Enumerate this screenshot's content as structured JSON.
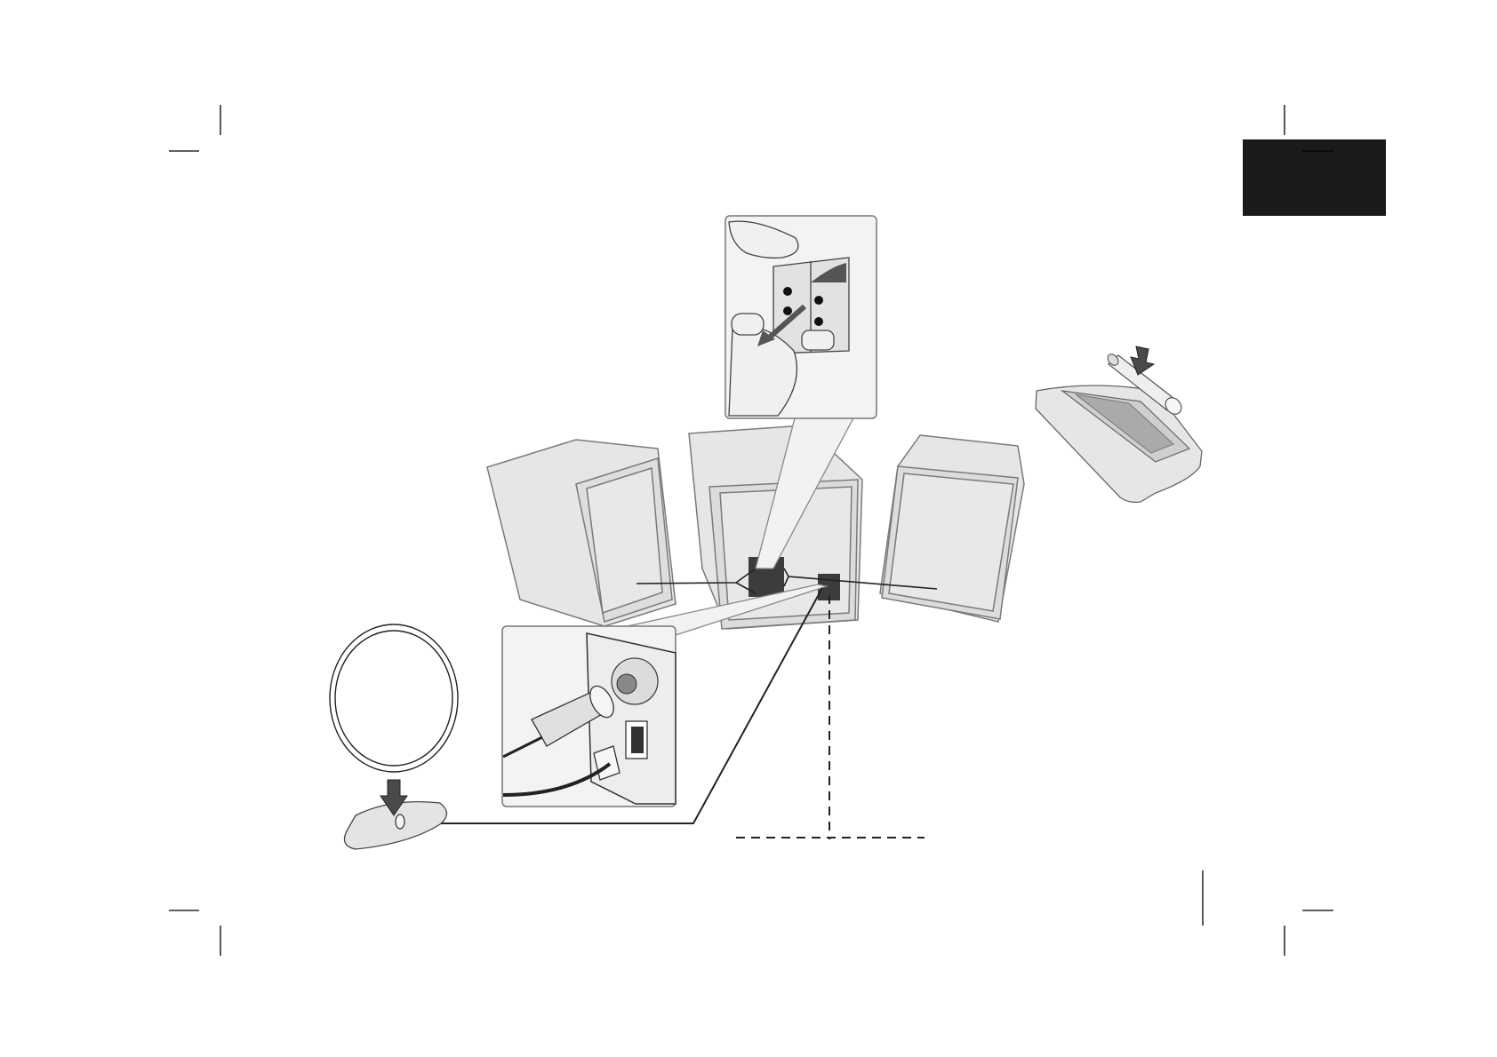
{
  "page": {
    "background": "#ffffff",
    "tab_color": "#1a1a1a"
  },
  "palette": {
    "panel_fill": "#e6e6e6",
    "panel_stroke": "#7a7a7a",
    "line": "#222222",
    "terminal": "#3c3c3c",
    "arrow": "#4a4a4a"
  },
  "illustration": {
    "components": [
      "left-speaker",
      "main-unit",
      "right-speaker",
      "speaker-terminal-inset",
      "antenna-jack-inset",
      "am-loop-antenna",
      "remote-control-with-battery"
    ],
    "icons": [
      "down-arrow-icon",
      "hand-icon",
      "battery-icon"
    ]
  }
}
